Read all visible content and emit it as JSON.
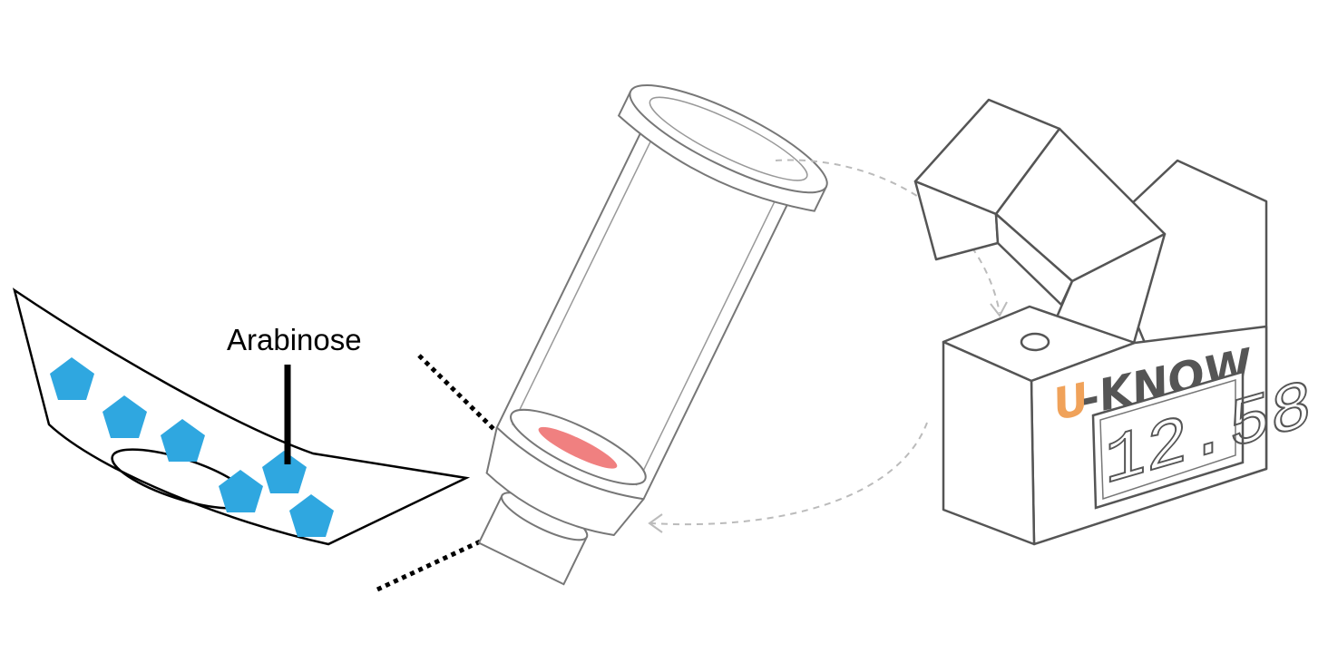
{
  "labels": {
    "sugar": "Arabinose"
  },
  "device": {
    "brand_prefix": "U",
    "brand_suffix": "-KNOW",
    "reading": "12.58"
  },
  "colors": {
    "pentagon": "#2fa7e0",
    "brand_accent": "#f0a25a",
    "sample_spot": "#f08080",
    "outline": "#555555"
  },
  "icons": {
    "sugar_molecule": "pentagon-icon"
  }
}
